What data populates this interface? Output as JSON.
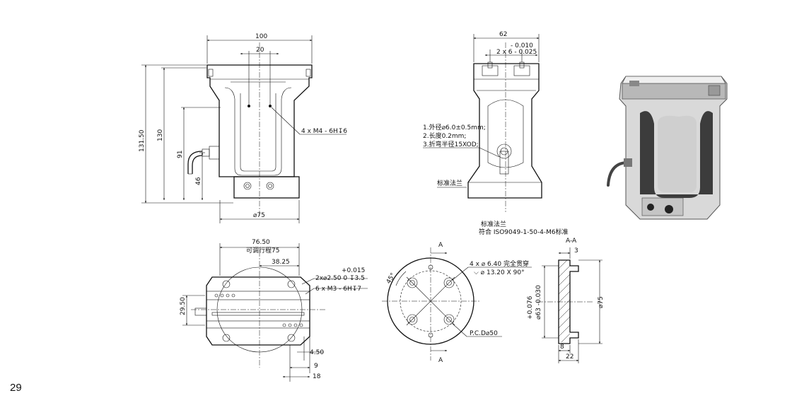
{
  "page_number": "29",
  "front_view": {
    "dim_width_top": "100",
    "dim_slot": "20",
    "dim_height_total": "131.50",
    "dim_height_body": "130",
    "dim_height_mid": "91",
    "dim_height_low": "46",
    "dim_base_dia": "⌀75",
    "thread_note": "4 x M4 - 6H↧6"
  },
  "side_view": {
    "dim_width": "62",
    "tol_upper": "- 0.010",
    "tol_lower": "2 x 6 - 0.025",
    "hose_note_1": "1.外径⌀6.0±0.5mm;",
    "hose_note_2": "2.长度0.2mm;",
    "hose_note_3": "3.折弯半径15XOD;",
    "flange_label": "标准法兰"
  },
  "bottom_view": {
    "dim_stroke": "76.50",
    "stroke_label": "可调行程75",
    "dim_half": "38.25",
    "pin_note_tol": "+0.015",
    "pin_note": "2x⌀2.50 0 ↧3.5",
    "thread_note": "6 x M3 - 6H↧7",
    "dim_height": "29.50",
    "dim_4_50": "4.50",
    "dim_9": "9",
    "dim_18": "18"
  },
  "flange_view": {
    "title_1": "标准法兰",
    "title_2": "符合 ISO9049-1-50-4-M6标准",
    "section_mark": "A",
    "angle": "45°",
    "hole_note_1": "4 x ⌀ 6.40 完全贯穿",
    "hole_note_2": "⌵ ⌀ 13.20 X 90°",
    "pcd": "P.C.D⌀50"
  },
  "section_view": {
    "title": "A-A",
    "dim_3": "3",
    "dim_tol_upper": "+0.076",
    "dim_tol_lower": "⌀63 -0.030",
    "dim_dia": "⌀75",
    "dim_8": "8",
    "dim_22": "22"
  }
}
